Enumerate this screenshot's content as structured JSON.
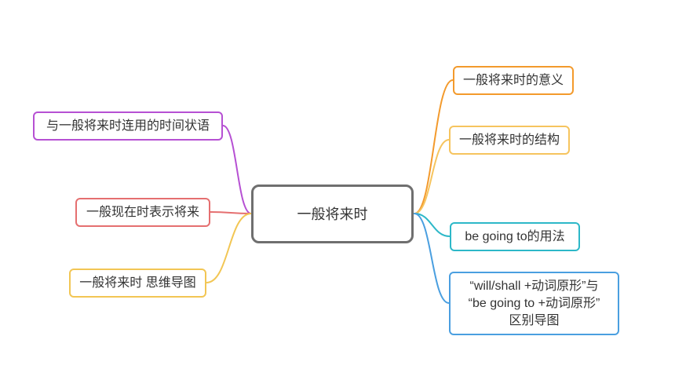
{
  "central": {
    "label": "一般将来时",
    "color": "#6f6f6f"
  },
  "right_branches": [
    {
      "label": "一般将来时的意义",
      "color": "#f39a2c"
    },
    {
      "label": "一般将来时的结构",
      "color": "#f6c45e"
    },
    {
      "label": "be going to的用法",
      "color": "#2db8c8"
    },
    {
      "lines": [
        "“will/shall +动词原形”与",
        "“be going to +动词原形”",
        "区别导图"
      ],
      "color": "#4a9fe0"
    }
  ],
  "left_branches": [
    {
      "label": "与一般将来时连用的时间状语",
      "color": "#b650d3"
    },
    {
      "label": "一般现在时表示将来",
      "color": "#e56f70"
    },
    {
      "label": "一般将来时 思维导图",
      "color": "#f2c654"
    }
  ]
}
